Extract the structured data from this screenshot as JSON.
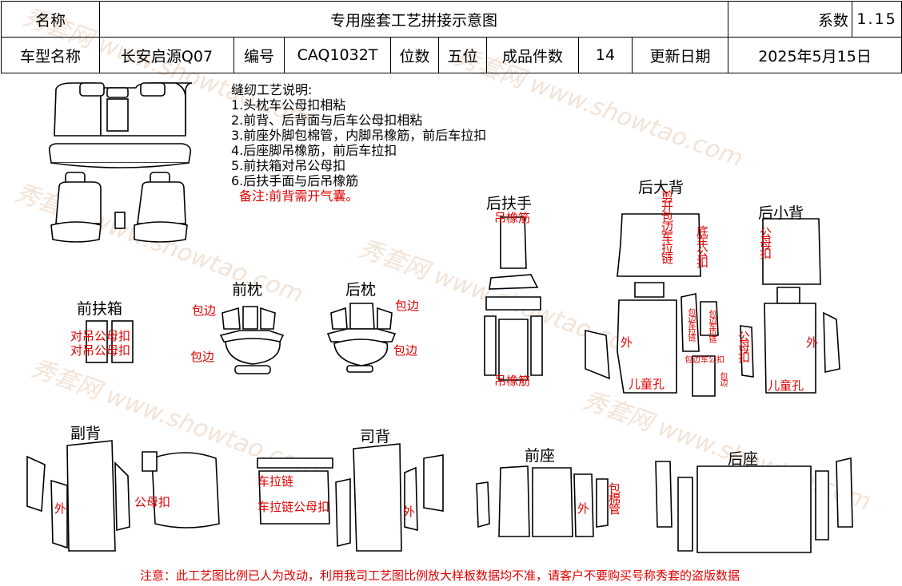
{
  "header": {
    "name_label": "名称",
    "title": "专用座套工艺拼接示意图",
    "coef_label": "系数",
    "coef_value": "1.15",
    "model_label": "车型名称",
    "model_value": "长安启源Q07",
    "code_label": "编号",
    "code_value": "CAQ1032T",
    "seat_label": "位数",
    "seat_value": "五位",
    "count_label": "成品件数",
    "count_value": "14",
    "date_label": "更新日期",
    "date_value": "2025年5月15日"
  },
  "notes": {
    "title": "缝纫工艺说明:",
    "items": [
      "1.头枕车公母扣相粘",
      "2.前背、后背面与后车公母扣相粘",
      "3.前座外脚包棉管，内脚吊橡筋，前后车拉扣",
      "4.后座脚吊橡筋，前后车拉扣",
      "5.前扶箱对吊公母扣",
      "6.后扶手面与后吊橡筋"
    ],
    "remark": "备注:前背需开气囊。"
  },
  "parts": {
    "front_armbox": "前扶箱",
    "front_headrest": "前枕",
    "rear_headrest": "后枕",
    "rear_armrest": "后扶手",
    "rear_big_back": "后大背",
    "rear_small_back": "后小背",
    "passenger_back": "副背",
    "driver_back": "司背",
    "front_seat": "前座",
    "rear_seat": "后座"
  },
  "annotations": {
    "armbox_1": "对吊公母扣",
    "armbox_2": "对吊公母扣",
    "wrap_edge": "包边",
    "hang_elastic": "吊橡筋",
    "cut_open": "剪开包边车拉链",
    "bottom_snap": "底车公扣",
    "male_female": "公母扣",
    "outer": "外",
    "child_hole": "儿童孔",
    "snap": "公母扣",
    "zipper": "车拉链",
    "zipper_snap": "车拉链公母扣",
    "wrap_cotton": "包棉管",
    "small_1": "包边车拉链",
    "small_2": "包边车拉链",
    "small_3": "包边车公扣",
    "small_4": "包边"
  },
  "watermark": {
    "brand": "秀套网",
    "site": "www.showtao.com"
  },
  "footer": "注意：此工艺图比例已人为改动，利用我司工艺图比例放大样板数据均不准，请客户不要购买号称秀套的盗版数据"
}
